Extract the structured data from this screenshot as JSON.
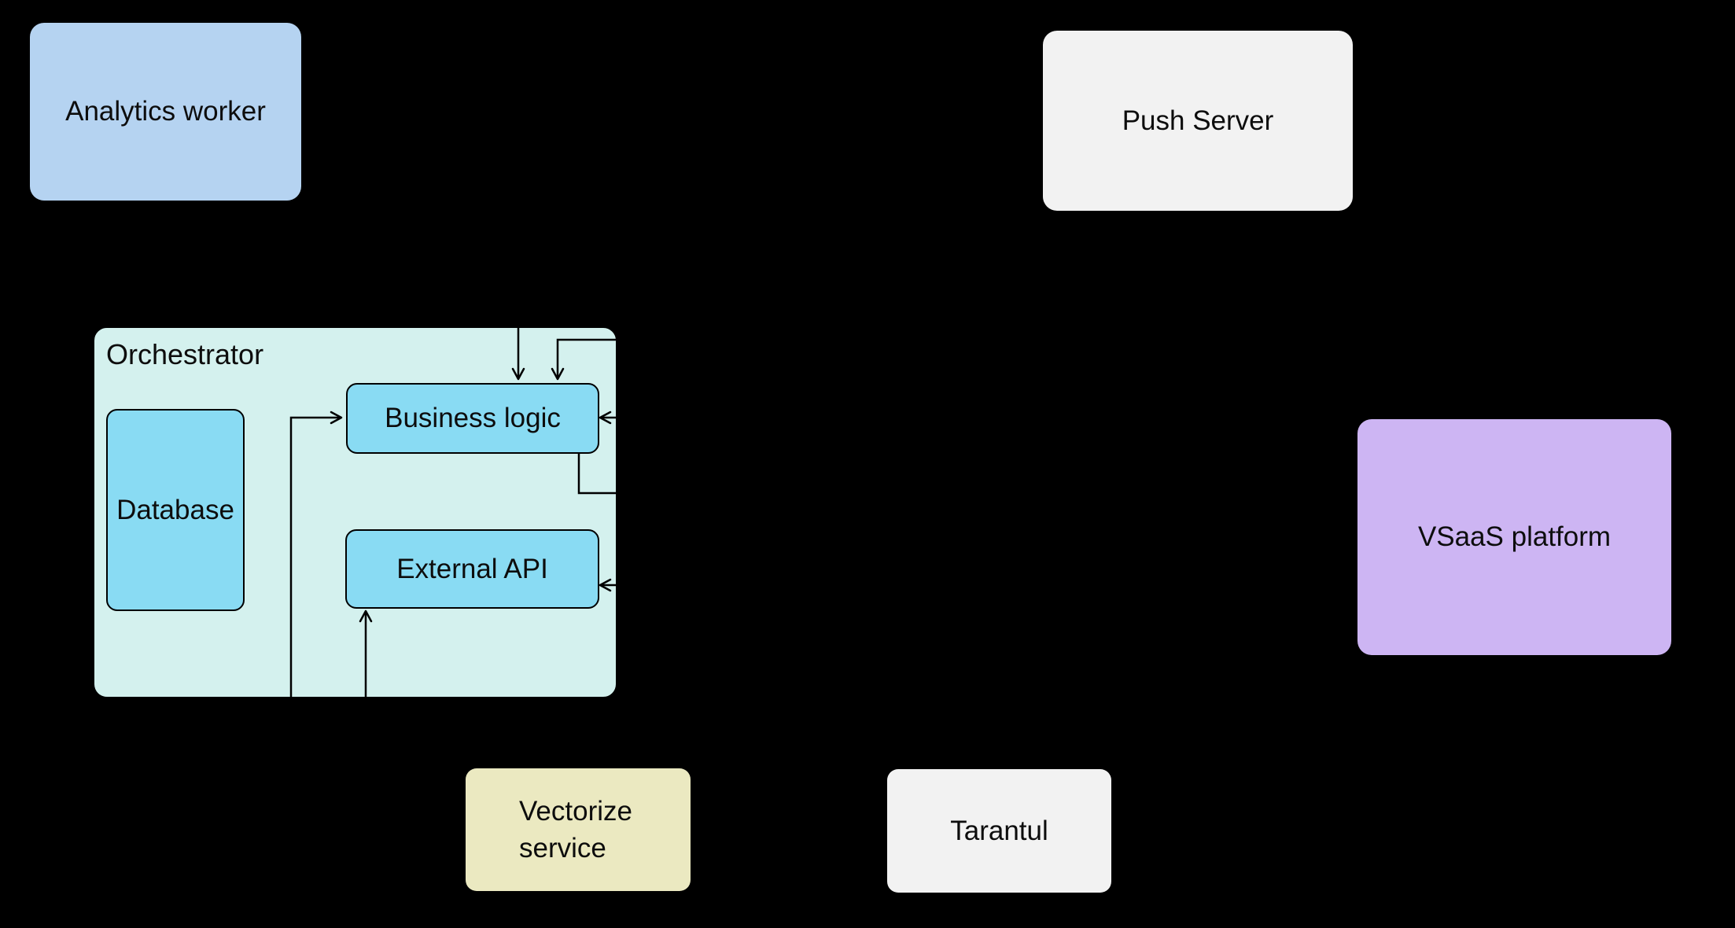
{
  "diagram": {
    "background_color": "#000000",
    "connector_color": "#000000",
    "text_color": "#0d0d0d",
    "nodes": {
      "analytics_worker": {
        "label": "Analytics worker",
        "fill": "#b5d3f1"
      },
      "push_server": {
        "label": "Push Server",
        "fill": "#f2f2f2"
      },
      "orchestrator": {
        "label": "Orchestrator",
        "fill": "#d4f1ee"
      },
      "database": {
        "label": "Database",
        "fill": "#89dbf3"
      },
      "business_logic": {
        "label": "Business logic",
        "fill": "#89dbf3"
      },
      "external_api": {
        "label": "External API",
        "fill": "#89dbf3"
      },
      "vsaas_platform": {
        "label": "VSaaS platform",
        "fill": "#cdb5f3"
      },
      "vectorize_service": {
        "label": "Vectorize service",
        "fill": "#ebe9c1"
      },
      "tarantul": {
        "label": "Tarantul",
        "fill": "#f2f2f2"
      }
    },
    "edges": [
      {
        "id": "edge-top-into-business-logic",
        "to": "business_logic",
        "enters_side": "top",
        "route": "straight down from above orchestrator",
        "arrowhead": true
      },
      {
        "id": "edge-elbow-top-into-business-logic",
        "to": "business_logic",
        "enters_side": "top",
        "route": "from right edge of orchestrator, elbow down",
        "arrowhead": true
      },
      {
        "id": "edge-right-into-business-logic",
        "to": "business_logic",
        "enters_side": "right",
        "route": "from right edge of orchestrator",
        "arrowhead": true
      },
      {
        "id": "edge-business-logic-out-right",
        "from": "business_logic",
        "exits_side": "bottom",
        "route": "down then right out of orchestrator",
        "arrowhead": false
      },
      {
        "id": "edge-left-into-business-logic",
        "to": "business_logic",
        "enters_side": "left",
        "route": "up from below orchestrator, elbow right",
        "arrowhead": true
      },
      {
        "id": "edge-right-into-external-api",
        "to": "external_api",
        "enters_side": "right",
        "route": "from right edge of orchestrator",
        "arrowhead": true
      },
      {
        "id": "edge-bottom-into-external-api",
        "to": "external_api",
        "enters_side": "bottom",
        "route": "straight up from below orchestrator",
        "arrowhead": true
      }
    ]
  }
}
